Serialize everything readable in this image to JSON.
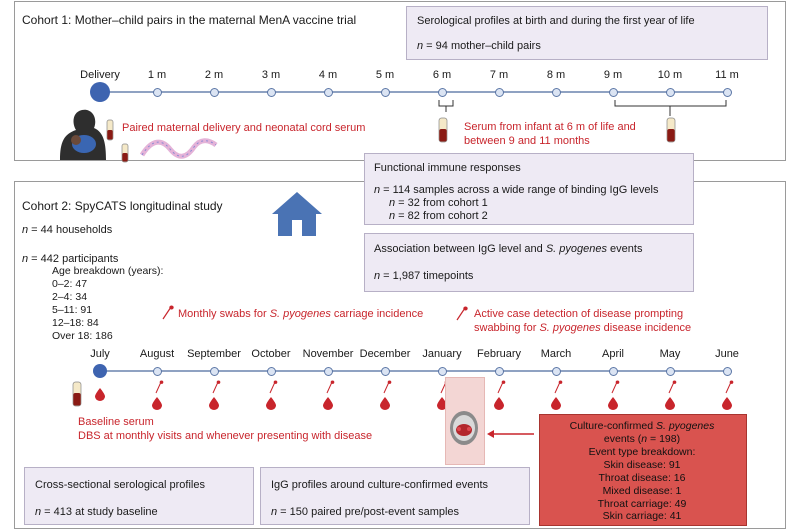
{
  "cohort1": {
    "title": "Cohort 1: Mother–child pairs in the maternal MenA vaccine trial",
    "serology_box": {
      "title": "Serological profiles at birth and during the first year of life",
      "n_label": "n",
      "n_text": " = 94 mother–child pairs"
    },
    "timeline": [
      "Delivery",
      "1 m",
      "2 m",
      "3 m",
      "4 m",
      "5 m",
      "6 m",
      "7 m",
      "8 m",
      "9 m",
      "10 m",
      "11 m"
    ],
    "paired_serum": "Paired maternal delivery and neonatal cord serum",
    "infant_serum_line1": "Serum from infant at 6 m of life and",
    "infant_serum_line2": "between 9 and 11 months"
  },
  "functional_box": {
    "title": "Functional immune responses",
    "line1_n": "n",
    "line1": " = 114 samples across a wide range of binding IgG levels",
    "line2_n": "n",
    "line2": " = 32 from cohort 1",
    "line3_n": "n",
    "line3": " = 82 from cohort 2"
  },
  "cohort2": {
    "title": "Cohort 2: SpyCATS longitudinal study",
    "households_n": "n",
    "households": " = 44 households",
    "participants_n": "n",
    "participants": " = 442 participants",
    "age_title": "Age breakdown (years):",
    "ages": [
      "0–2: 47",
      "2–4: 34",
      "5–11: 91",
      "12–18: 84",
      "Over 18: 186"
    ],
    "monthly_swabs_prefix": "Monthly swabs for ",
    "monthly_swabs_species": "S. pyogenes",
    "monthly_swabs_suffix": " carriage incidence",
    "active_line1": "Active case detection of disease prompting",
    "active_line2_prefix": "swabbing for ",
    "active_line2_species": "S. pyogenes",
    "active_line2_suffix": " disease incidence",
    "months": [
      "July",
      "August",
      "September",
      "October",
      "November",
      "December",
      "January",
      "February",
      "March",
      "April",
      "May",
      "June"
    ],
    "baseline_serum": "Baseline serum",
    "dbs": "DBS at monthly visits and whenever presenting with disease"
  },
  "association_box": {
    "title_prefix": "Association between IgG level and ",
    "title_species": "S. pyogenes",
    "title_suffix": " events",
    "n_label": "n",
    "n_text": " = 1,987 timepoints"
  },
  "cross_box": {
    "title": "Cross-sectional serological profiles",
    "n_label": "n",
    "n_text": " = 413 at study baseline"
  },
  "igg_box": {
    "title": "IgG profiles around culture-confirmed events",
    "n_label": "n",
    "n_text": " = 150 paired pre/post-event samples"
  },
  "culture_box": {
    "line1_prefix": "Culture-confirmed ",
    "line1_species": "S. pyogenes",
    "line2_prefix": "events (",
    "line2_n": "n",
    "line2_suffix": " = 198)",
    "event_title": "Event type breakdown:",
    "events": [
      "Skin disease: 91",
      "Throat disease: 16",
      "Mixed disease: 1",
      "Throat carriage: 49",
      "Skin carriage: 41"
    ]
  },
  "colors": {
    "red": "#c8252c",
    "timeline": "#8fa2c2",
    "box": "#eeeaf4",
    "culture_box": "#d9534f",
    "house": "#4a73b4"
  }
}
